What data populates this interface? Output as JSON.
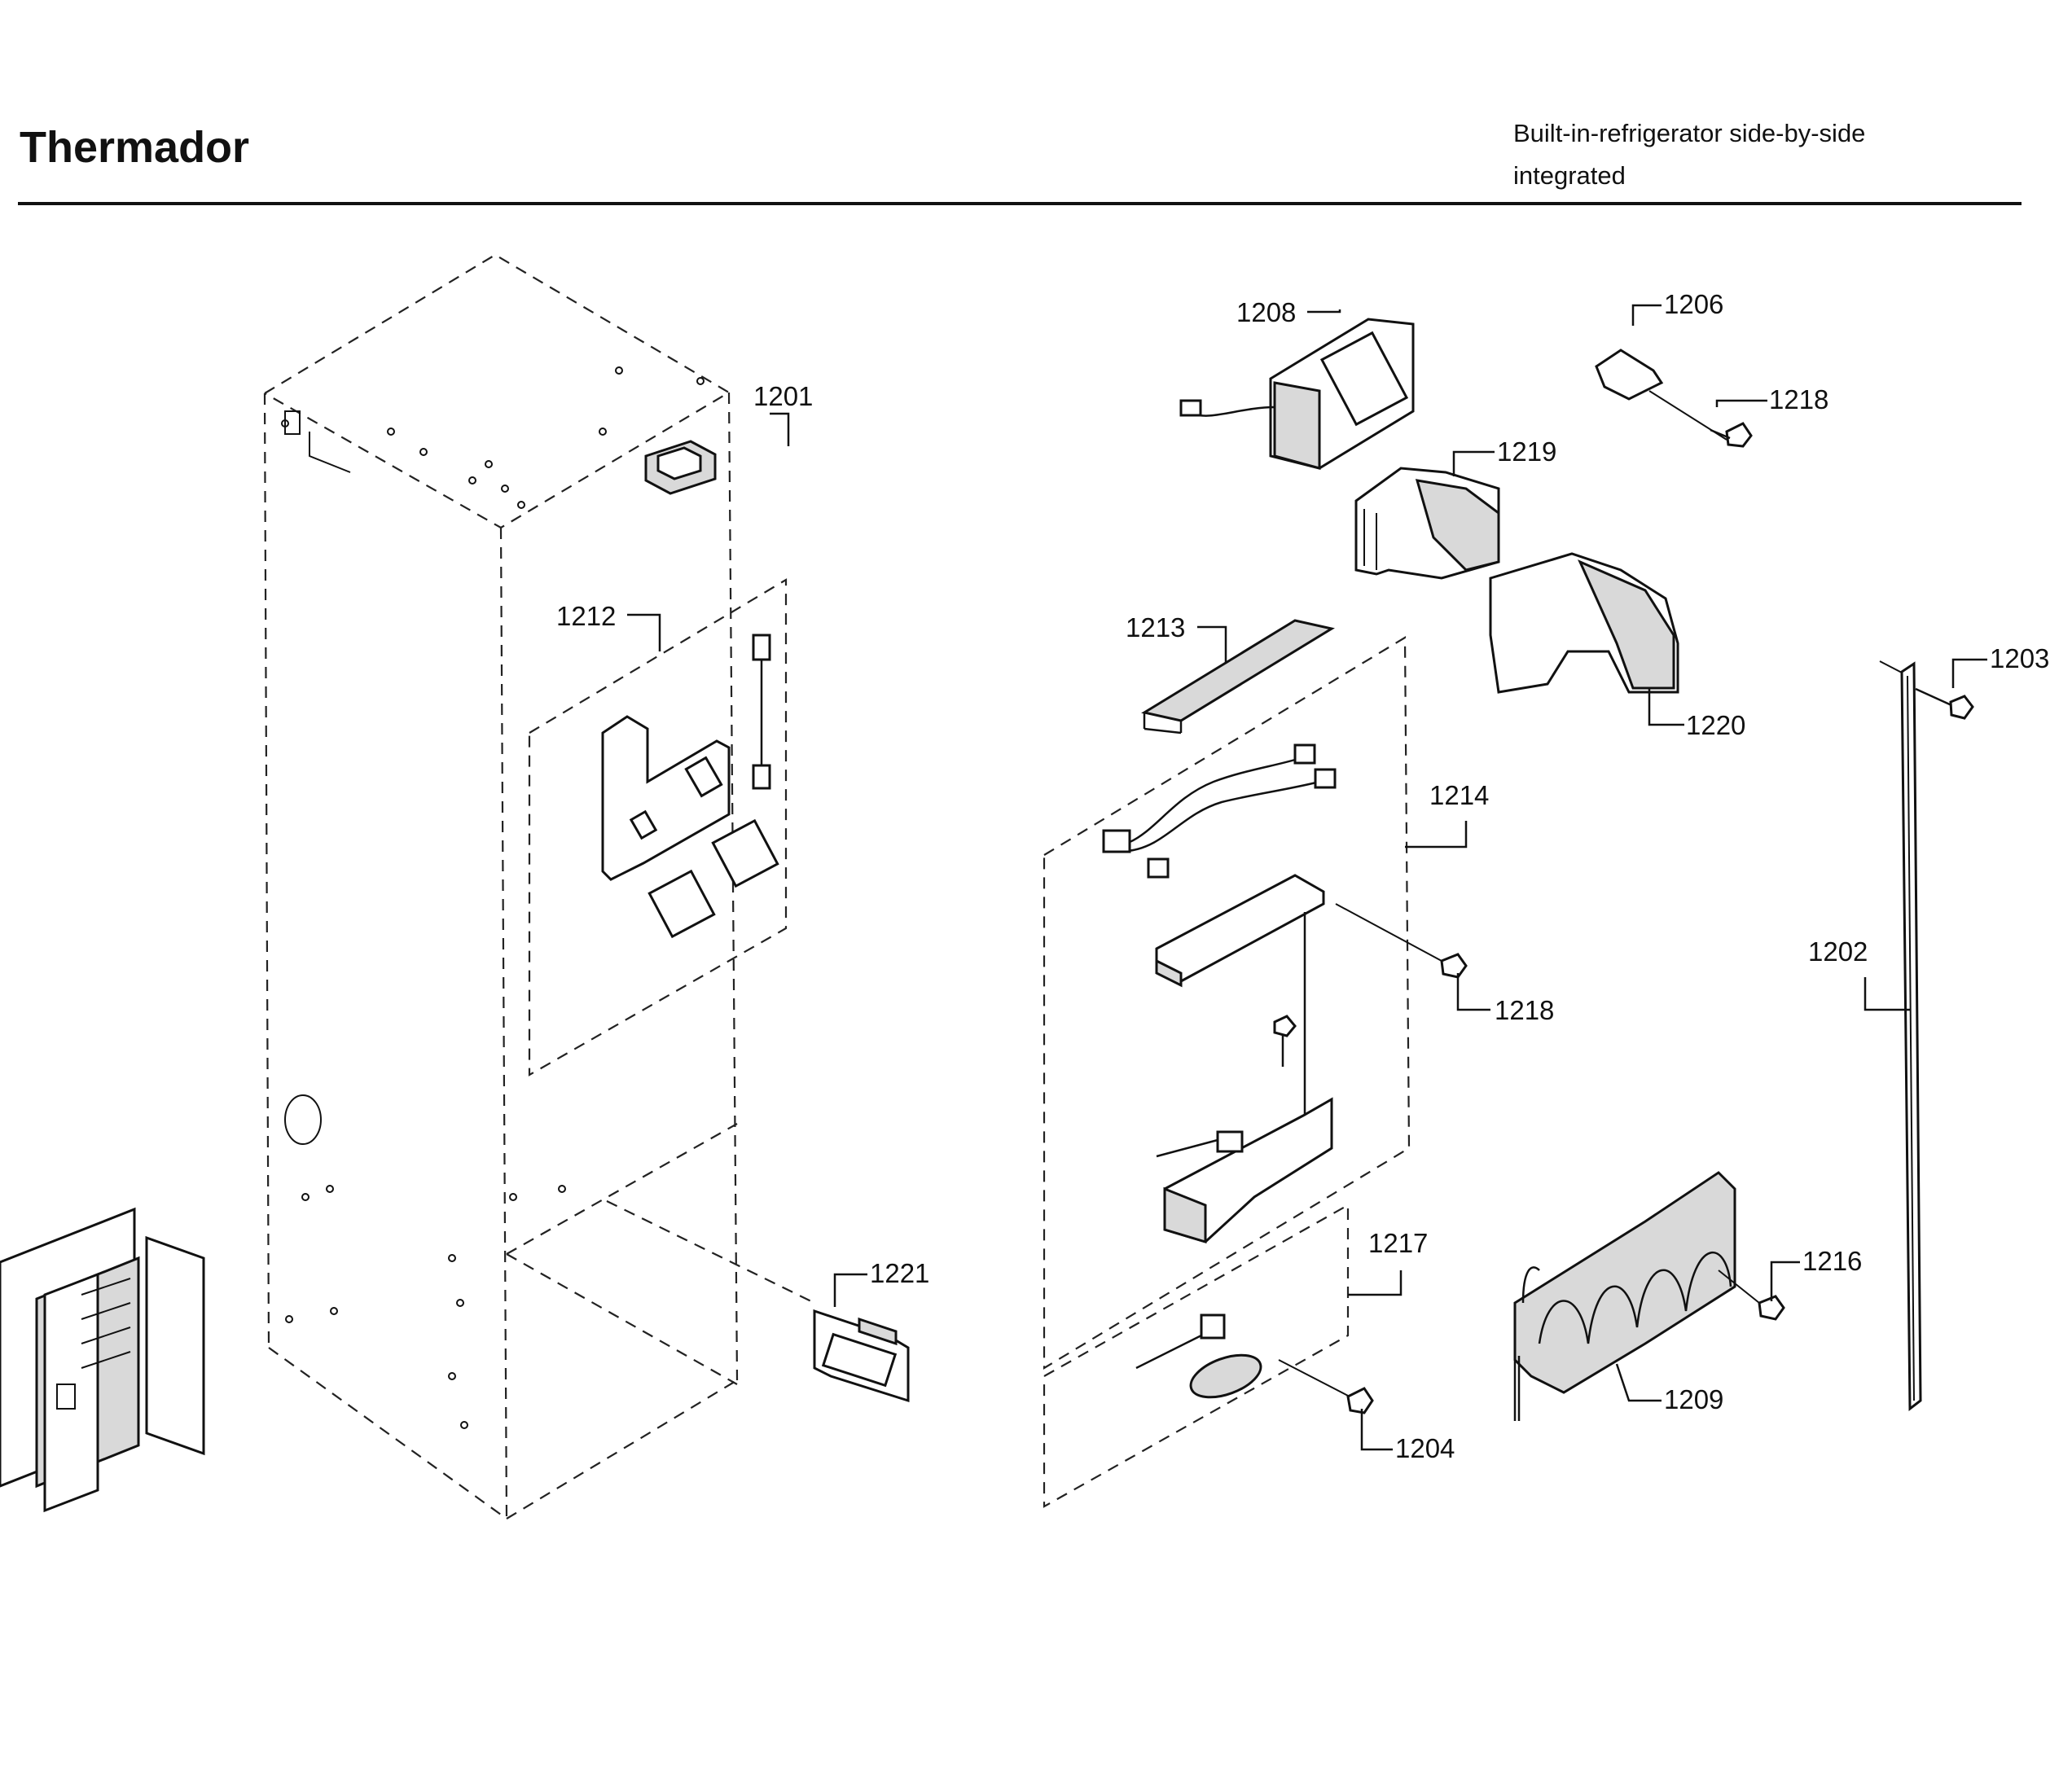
{
  "header": {
    "brand": "Thermador",
    "subtitle_line1": "Built-in-refrigerator side-by-side",
    "subtitle_line2": "integrated"
  },
  "diagram": {
    "callouts": [
      {
        "id": "1201",
        "text": "1201"
      },
      {
        "id": "1212",
        "text": "1212"
      },
      {
        "id": "1221",
        "text": "1221"
      },
      {
        "id": "1208",
        "text": "1208"
      },
      {
        "id": "1206",
        "text": "1206"
      },
      {
        "id": "1218a",
        "text": "1218"
      },
      {
        "id": "1219",
        "text": "1219"
      },
      {
        "id": "1213",
        "text": "1213"
      },
      {
        "id": "1220",
        "text": "1220"
      },
      {
        "id": "1203",
        "text": "1203"
      },
      {
        "id": "1214",
        "text": "1214"
      },
      {
        "id": "1218b",
        "text": "1218"
      },
      {
        "id": "1202",
        "text": "1202"
      },
      {
        "id": "1217",
        "text": "1217"
      },
      {
        "id": "1216",
        "text": "1216"
      },
      {
        "id": "1209",
        "text": "1209"
      },
      {
        "id": "1204",
        "text": "1204"
      }
    ]
  }
}
